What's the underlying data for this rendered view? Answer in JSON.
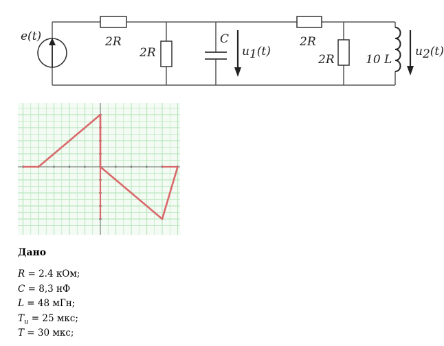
{
  "circuit": {
    "source_label": "e(t)",
    "resistors": [
      "2R",
      "2R",
      "2R",
      "2R"
    ],
    "capacitor_label": "C",
    "inductor_label": "10 L",
    "voltage_u1": "u",
    "voltage_u1_sub": "1",
    "voltage_u1_arg": "(t)",
    "voltage_u2": "u",
    "voltage_u2_sub": "2",
    "voltage_u2_arg": "(t)"
  },
  "colors": {
    "wire": "#555555",
    "waveform": "#d9686b",
    "grid": "#b9e7bd",
    "axis": "#888888"
  },
  "chart_data": {
    "type": "line",
    "title": "",
    "xlabel": "",
    "ylabel": "",
    "grid": true,
    "series": [
      {
        "x": [
          -5,
          -4,
          0,
          0,
          4,
          5
        ],
        "y": [
          0,
          0,
          4,
          0,
          -4,
          0
        ]
      },
      {
        "x": [
          0,
          0
        ],
        "y": [
          4,
          -4
        ]
      },
      {
        "x": [
          4,
          5
        ],
        "y": [
          0,
          0
        ]
      }
    ],
    "xlim": [
      -5,
      5
    ],
    "ylim": [
      -4.5,
      4.5
    ]
  },
  "given": {
    "title": "Дано",
    "params": [
      {
        "symbol": "R",
        "sub": "",
        "value": " = 2.4 кОм;"
      },
      {
        "symbol": "C",
        "sub": "",
        "value": " = 8,3 нФ"
      },
      {
        "symbol": "L",
        "sub": "",
        "value": " = 48 мГн;"
      },
      {
        "symbol": "T",
        "sub": "и",
        "value": " = 25 мкс;"
      },
      {
        "symbol": "T",
        "sub": "",
        "value": " = 30 мкс;"
      }
    ]
  }
}
